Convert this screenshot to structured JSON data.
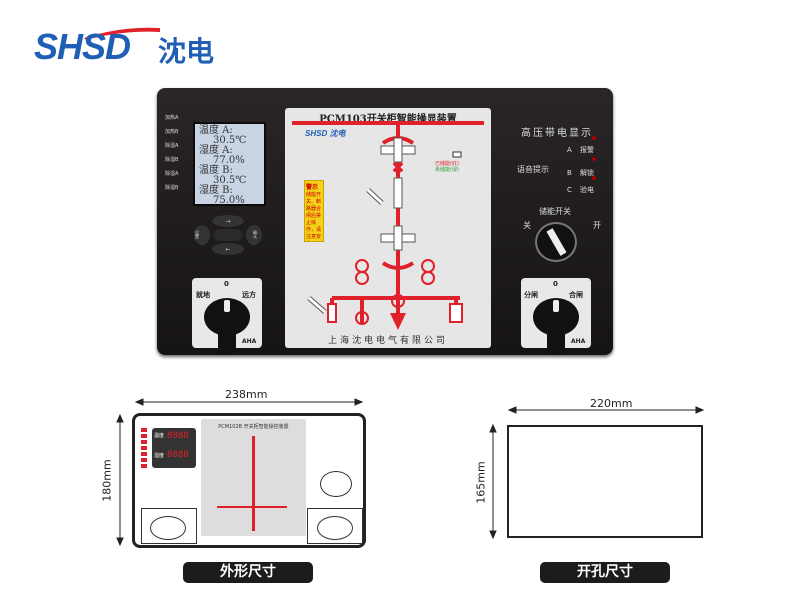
{
  "logo": {
    "text": "SHSD",
    "cn": "沈电"
  },
  "device": {
    "side_labels": [
      "加热A",
      "加热B",
      "除湿A",
      "除湿B",
      "除湿A",
      "除湿B"
    ],
    "lcd": [
      {
        "label": "温度 A:",
        "value": "30.5℃"
      },
      {
        "label": "湿度 A:",
        "value": "77.0%"
      },
      {
        "label": "温度 B:",
        "value": "30.5℃"
      },
      {
        "label": "湿度 B:",
        "value": "75.0%"
      }
    ],
    "keys": {
      "left": "设置",
      "right": "确认"
    },
    "left_knob": {
      "left": "就地",
      "mid": "0",
      "right": "远方",
      "brand": "AHA"
    },
    "panel": {
      "title": "PCM103开关柜智能操显装置",
      "logo": "SHSD 沈电",
      "warning_title": "警示",
      "warning_text": "储能开关、断路器合闸后禁止操作，请注意安全",
      "status_red": "已储能(红)",
      "status_green": "未储能(绿)",
      "company": "上海沈电电气有限公司"
    },
    "right": {
      "title": "高压带电显示",
      "voice": "语音提示",
      "phases": [
        "A",
        "B",
        "C"
      ],
      "actions": [
        "报警",
        "解锁",
        "验电"
      ],
      "energy_title": "储能开关",
      "energy_off": "关",
      "energy_on": "开"
    },
    "right_knob": {
      "left": "分闸",
      "mid": "0",
      "right": "合闸",
      "brand": "AHA"
    }
  },
  "dimensions": {
    "outline_width": "238mm",
    "outline_height": "180mm",
    "outline_label": "外形尺寸",
    "cutout_width": "220mm",
    "cutout_height": "165mm",
    "cutout_label": "开孔尺寸",
    "mini_title": "PCM102B 开关柜智能操控装置",
    "mini_temp": "温度",
    "mini_hum": "湿度",
    "mini_digits": "8888"
  },
  "colors": {
    "brand": "#1f5fb5",
    "red": "#e0202a"
  }
}
